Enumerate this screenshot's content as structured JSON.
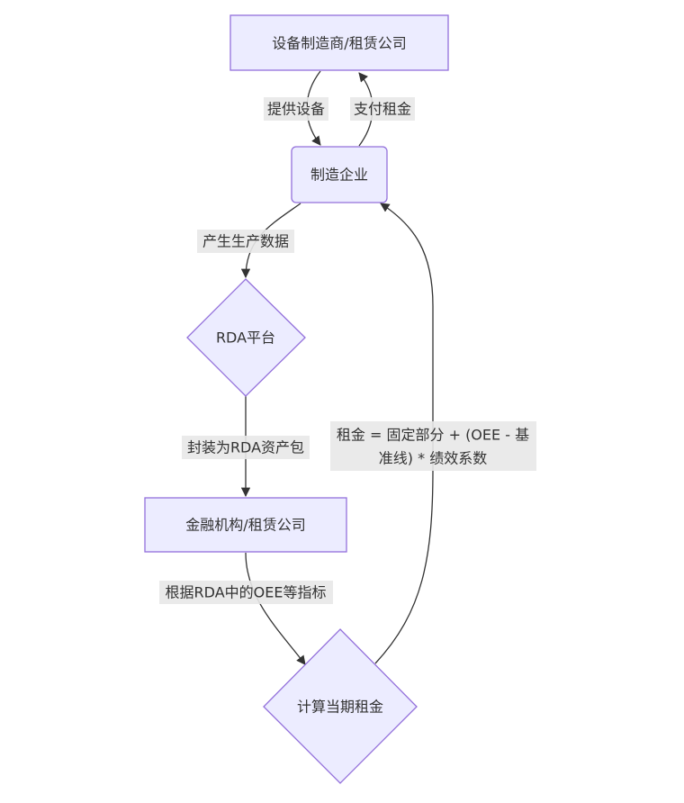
{
  "diagram": {
    "type": "flowchart",
    "colors": {
      "node_fill": "#ECECFF",
      "node_stroke": "#9370DB",
      "edge": "#333333",
      "label_bg": "#e8e8e8",
      "text": "#333333"
    },
    "nodes": {
      "supplier": "设备制造商/租赁公司",
      "manufacturer": "制造企业",
      "rda_platform": "RDA平台",
      "financier": "金融机构/租赁公司",
      "calc": "计算当期租金"
    },
    "edges": {
      "provide_equipment": "提供设备",
      "pay_rent": "支付租金",
      "produce_data": "产生生产数据",
      "package_rda": "封装为RDA资产包",
      "by_oee": "根据RDA中的OEE等指标",
      "formula_line1": "租金 = 固定部分 + (OEE - 基",
      "formula_line2": "准线) * 绩效系数"
    }
  }
}
